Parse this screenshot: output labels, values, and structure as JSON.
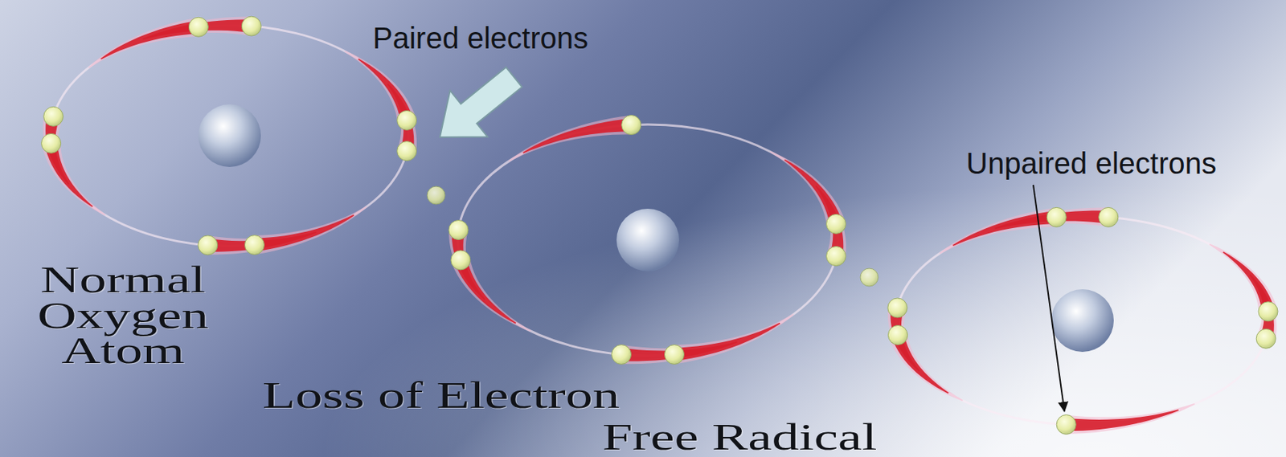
{
  "diagram": {
    "labels": [
      "Paired electrons",
      "Unpaired electrons",
      "Normal Oxygen Atom",
      "Loss of Electron",
      "Free Radical"
    ]
  }
}
